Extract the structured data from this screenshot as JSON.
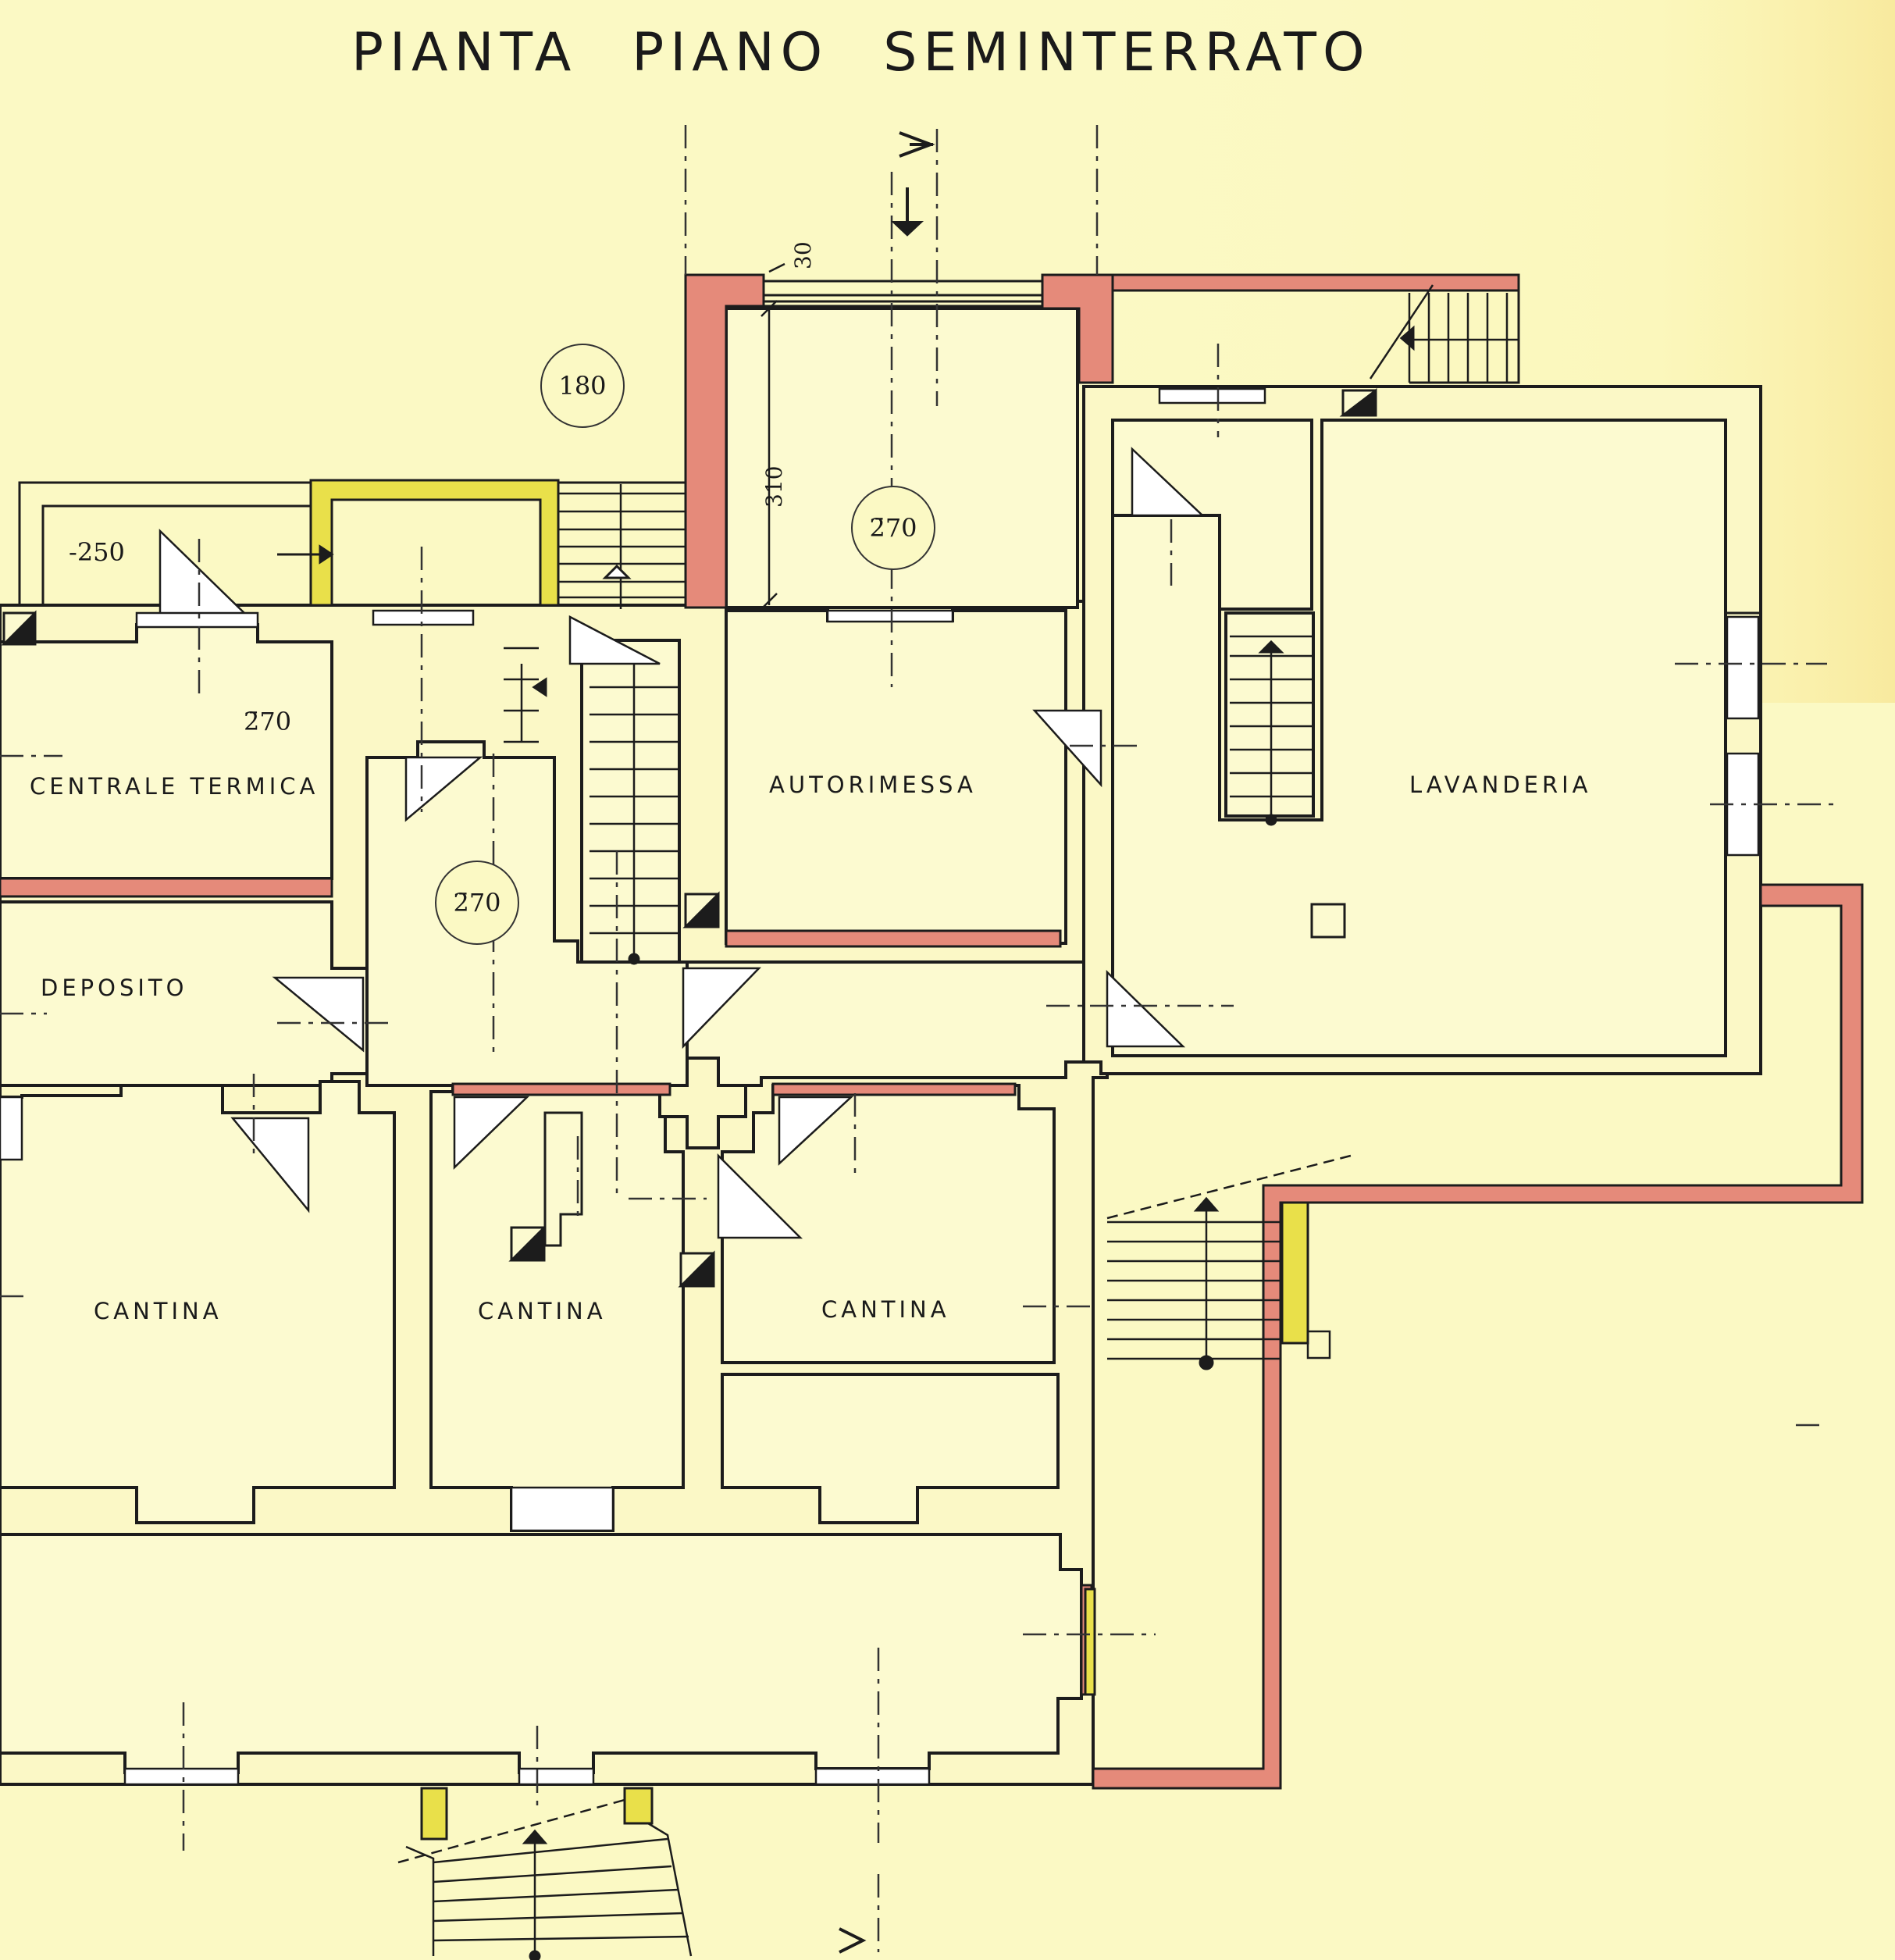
{
  "title": {
    "word1": "PIANTA",
    "word2": "PIANO",
    "word3": "SEMINTERRATO"
  },
  "rooms": {
    "centrale_termica": "CENTRALE TERMICA",
    "deposito": "DEPOSITO",
    "autorimessa": "AUTORIMESSA",
    "lavanderia": "LAVANDERIA",
    "cantina_1": "CANTINA",
    "cantina_2": "CANTINA",
    "cantina_3": "CANTINA"
  },
  "levels": {
    "l180": "180",
    "l270_top": "2̄70",
    "l270_centrale": "2̄70",
    "l270_hall": "2̄70",
    "lm250": "-250"
  },
  "dimensions": {
    "d30": "30",
    "d310": "310"
  },
  "colors": {
    "paper": "#fbf9c4",
    "wall_fill": "#fbf8c6",
    "wall_line": "#1c1c1c",
    "new_wall": "#e58a7a",
    "yellow_wall": "#e9e04a",
    "axis": "#333333"
  }
}
